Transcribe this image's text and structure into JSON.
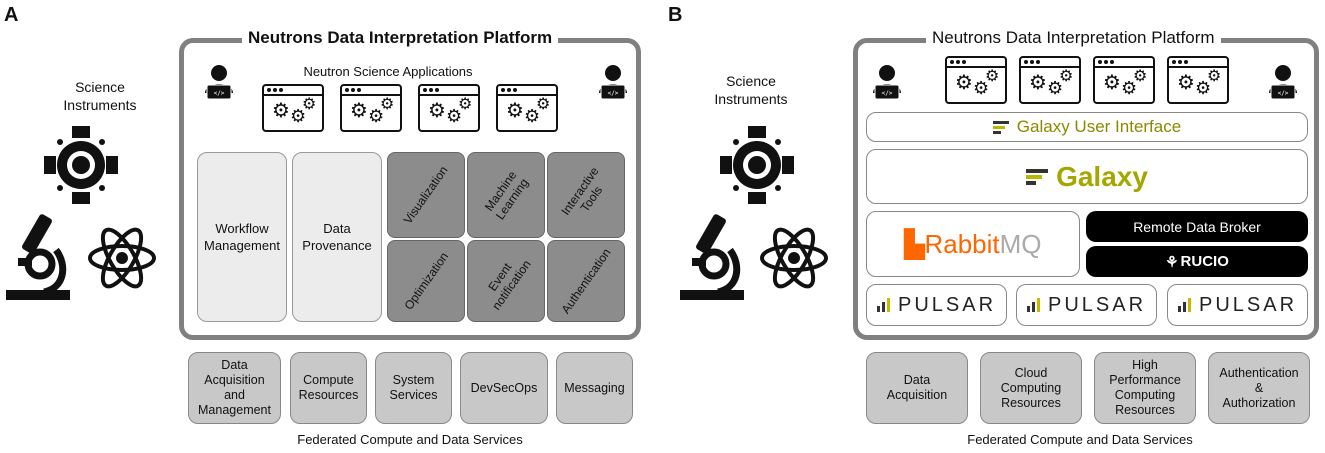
{
  "panel_a": {
    "letter": "A",
    "science_label": "Science\nInstruments",
    "platform_title": "Neutrons Data Interpretation Platform",
    "apps_title": "Neutron Science Applications",
    "core_modules": [
      "Workflow\nManagement",
      "Data\nProvenance"
    ],
    "puzzle_pieces": [
      "Visualization",
      "Machine\nLearning",
      "Interactive\nTools",
      "Optimization",
      "Event\nnotification",
      "Authentication"
    ],
    "services": [
      "Data\nAcquisition\nand\nManagement",
      "Compute\nResources",
      "System\nServices",
      "DevSecOps",
      "Messaging"
    ],
    "footer": "Federated Compute and Data Services"
  },
  "panel_b": {
    "letter": "B",
    "science_label": "Science\nInstruments",
    "platform_title": "Neutrons Data Interpretation Platform",
    "galaxy_ui": "Galaxy User Interface",
    "galaxy": "Galaxy",
    "rabbit": "Rabbit",
    "rabbit_mq": "MQ",
    "remote_broker": "Remote Data Broker",
    "rucio": "RUCIO",
    "pulsar": [
      "PULSAR",
      "PULSAR",
      "PULSAR"
    ],
    "services": [
      "Data\nAcquisition",
      "Cloud\nComputing\nResources",
      "High\nPerformance\nComputing\nResources",
      "Authentication\n&\nAuthorization"
    ],
    "footer": "Federated Compute and Data Services"
  },
  "colors": {
    "frame": "#808080",
    "puzzle": "#8c8c8c",
    "service": "#c8c8c8",
    "galaxy": "#a6a600",
    "rabbit": "#ff6600"
  },
  "icons": [
    "person-coding-icon",
    "app-window-gears-icon",
    "neutron-source-icon",
    "microscope-icon",
    "atom-icon",
    "galaxy-logo-icon",
    "pulsar-logo-icon",
    "rucio-logo-icon"
  ]
}
